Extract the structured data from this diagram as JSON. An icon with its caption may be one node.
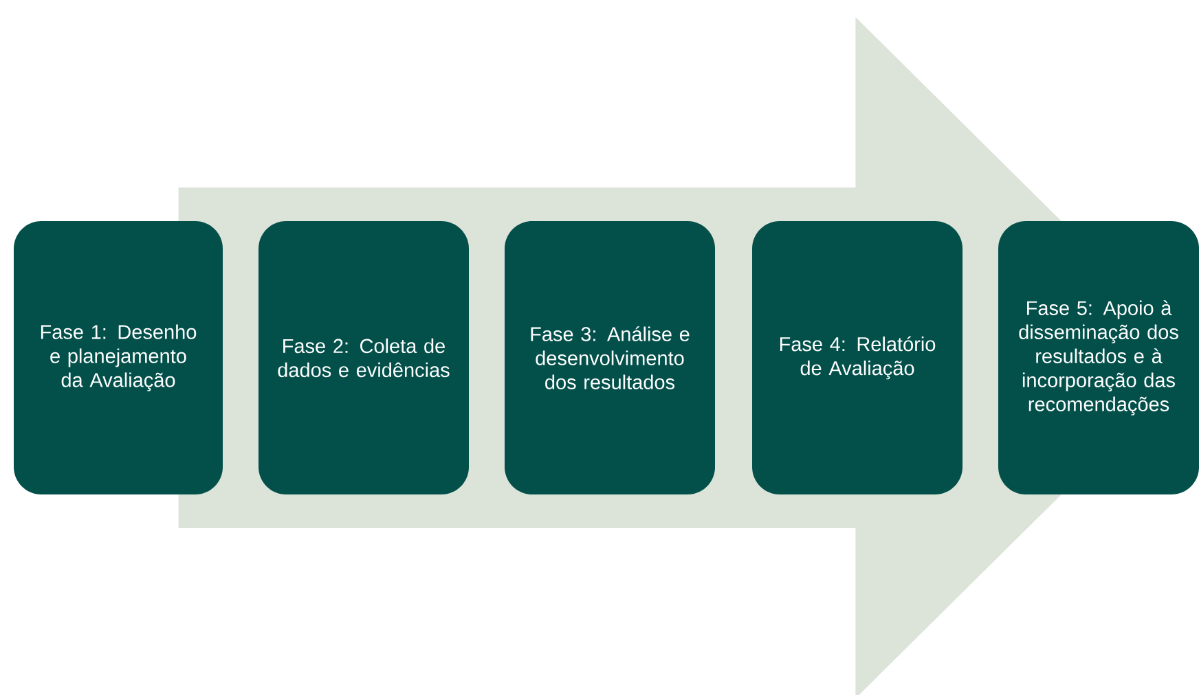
{
  "diagram": {
    "nodes": [
      {
        "text": [
          "Fase 1: Desenho e planejamento da Avaliação"
        ]
      },
      {
        "text": [
          "Fase 2: Coleta de dados e evidências"
        ]
      },
      {
        "text": [
          "Fase 3: Análise e desenvolvimento dos resultados"
        ]
      },
      {
        "text": [
          "Fase 4: Relatório de Avaliação"
        ]
      },
      {
        "text": [
          "Fase 5: Apoio à disseminação dos resultados e à incorporação das recomendações"
        ]
      }
    ],
    "edges": [
      {
        "from": 0,
        "to": 4,
        "arrow": "to"
      }
    ]
  }
}
